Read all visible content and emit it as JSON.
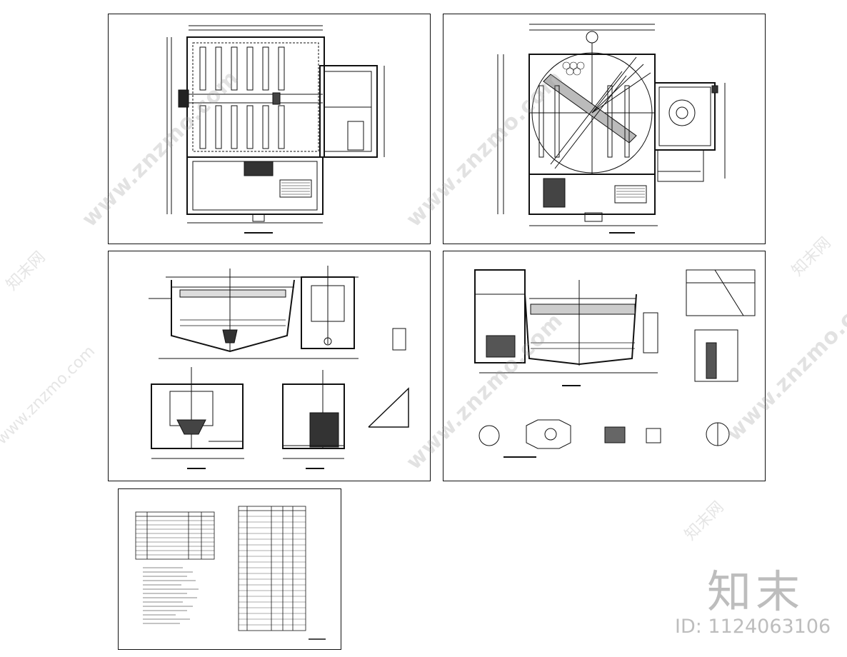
{
  "watermark": {
    "site": "www.znzmo.com",
    "cn": "知末网"
  },
  "brand": {
    "name": "知末",
    "id_label": "ID: 1124063106"
  }
}
